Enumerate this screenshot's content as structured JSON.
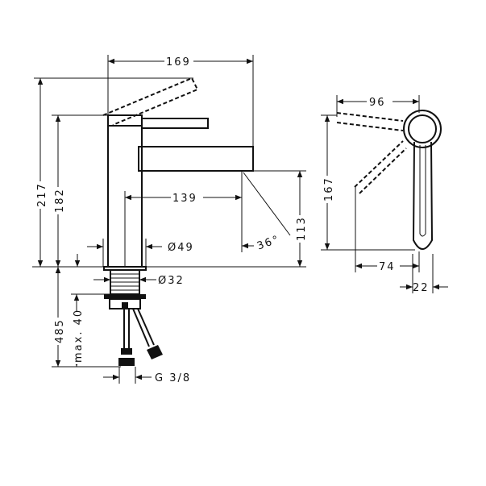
{
  "dimensions": {
    "spout_reach_total": "169",
    "total_height": "217",
    "body_height": "182",
    "spout_projection": "139",
    "spout_clearance": "113",
    "jet_angle": "36°",
    "body_diameter": "Ø49",
    "shank_diameter": "Ø32",
    "hose_length": "485",
    "max_countertop": "max. 40",
    "connection_thread": "G 3/8",
    "lever_reach": "96",
    "side_height": "167",
    "lever_offset": "74",
    "lever_width": "22"
  }
}
